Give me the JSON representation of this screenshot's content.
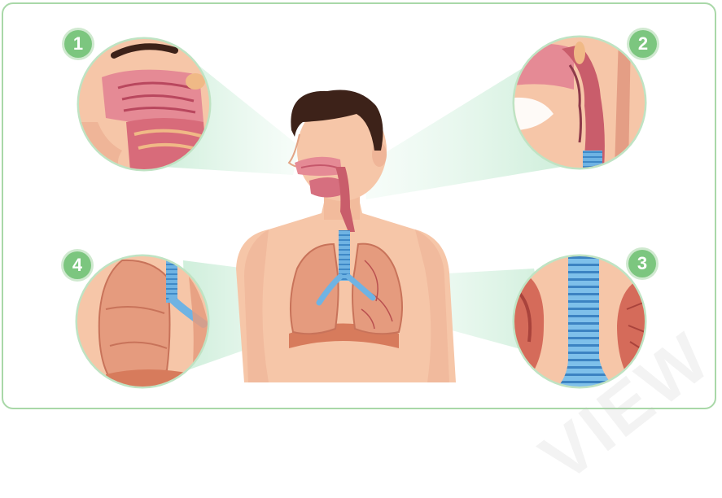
{
  "callouts": [
    {
      "number": "1"
    },
    {
      "number": "2"
    },
    {
      "number": "3"
    },
    {
      "number": "4"
    }
  ],
  "watermark": "VIEW",
  "colors": {
    "frame_border": "#a9d8a8",
    "badge": "#7cc67f",
    "skin": "#f6c6a8",
    "hair": "#3d2219",
    "trachea": "#6fb3e3",
    "lung": "#e59b7e",
    "beam": "#cfeedd"
  }
}
